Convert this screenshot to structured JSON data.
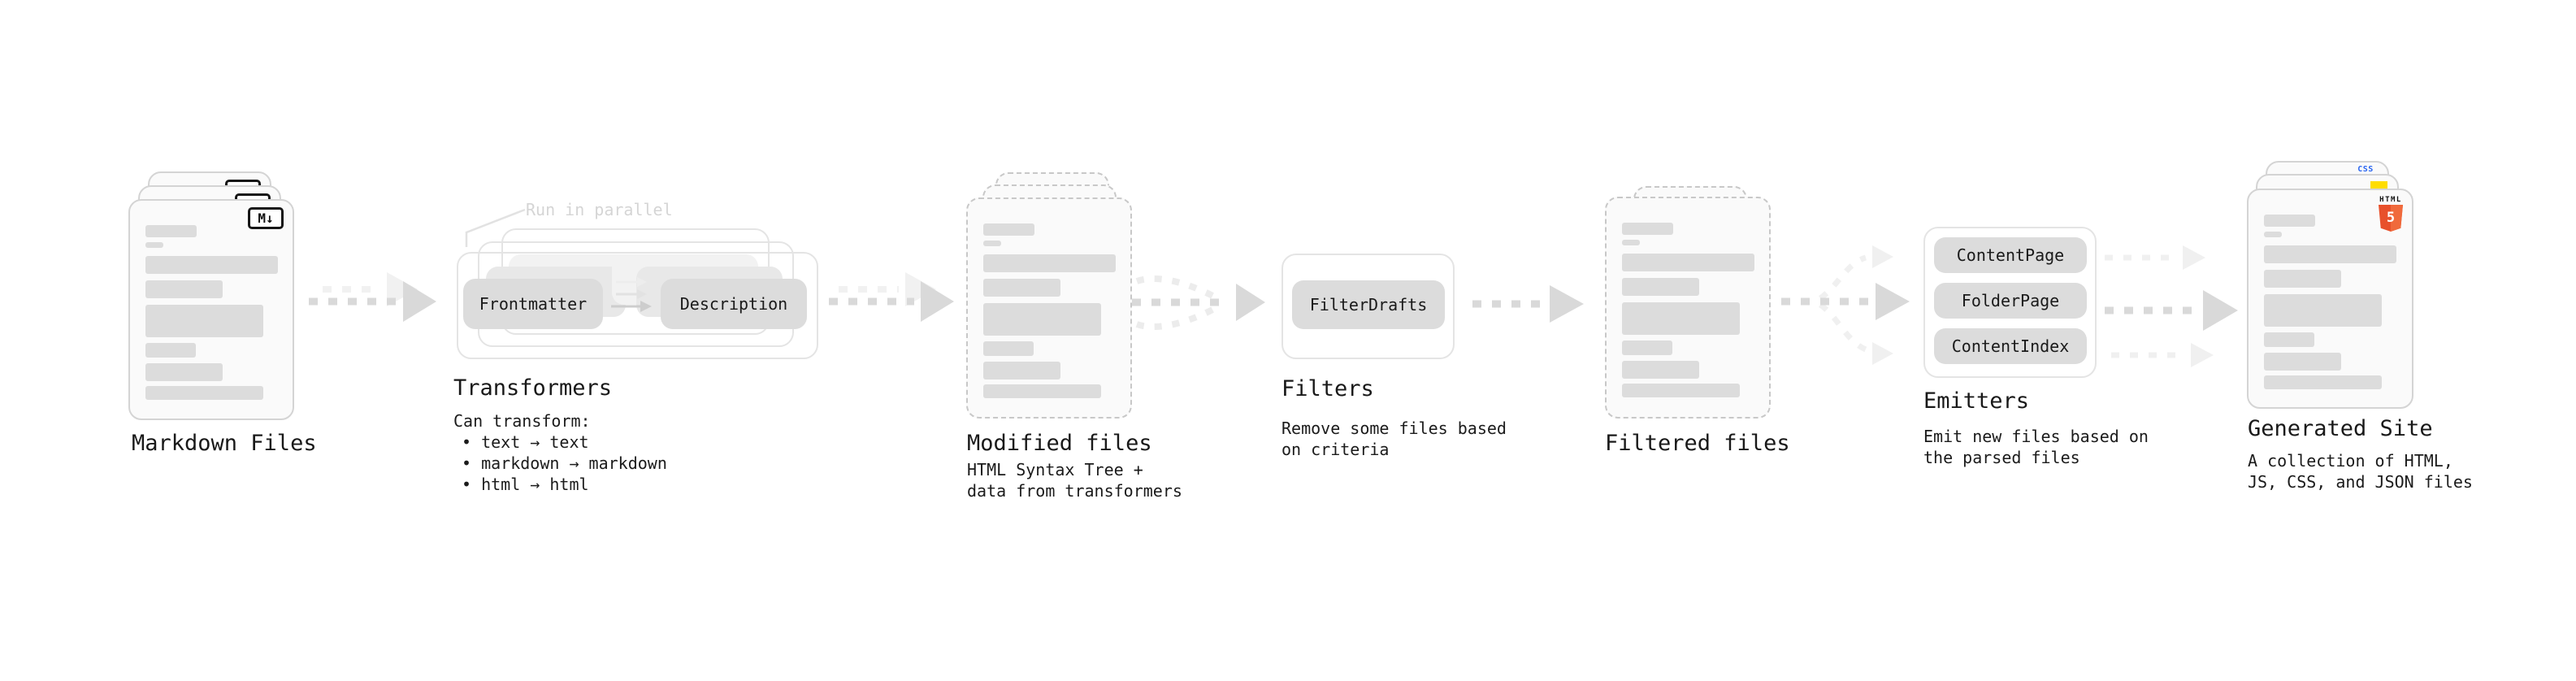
{
  "diagram": {
    "stages": [
      {
        "label": "Markdown Files"
      },
      {
        "label": "Transformers",
        "annotation": "Run in parallel",
        "box_left": "Frontmatter",
        "box_right": "Description",
        "desc": [
          "Can transform:",
          "• text → text",
          "• markdown → markdown",
          "• html → html"
        ]
      },
      {
        "label": "Modified files",
        "desc": [
          "HTML Syntax Tree +",
          "data from transformers"
        ]
      },
      {
        "label": "Filters",
        "box": "FilterDrafts",
        "desc": [
          "Remove some files based",
          "on criteria"
        ]
      },
      {
        "label": "Filtered files"
      },
      {
        "label": "Emitters",
        "boxes": [
          "ContentPage",
          "FolderPage",
          "ContentIndex"
        ],
        "desc": [
          "Emit new files based on",
          "the parsed files"
        ]
      },
      {
        "label": "Generated Site",
        "desc": [
          "A collection of HTML,",
          "JS, CSS, and JSON files"
        ]
      }
    ],
    "badges": {
      "markdown": "M↓",
      "html_word": "HTML",
      "html_five": "5",
      "css": "CSS"
    },
    "colors": {
      "html_orange": "#e8502b",
      "css_blue": "#2965f1",
      "js_yellow": "#ffdd00"
    }
  }
}
